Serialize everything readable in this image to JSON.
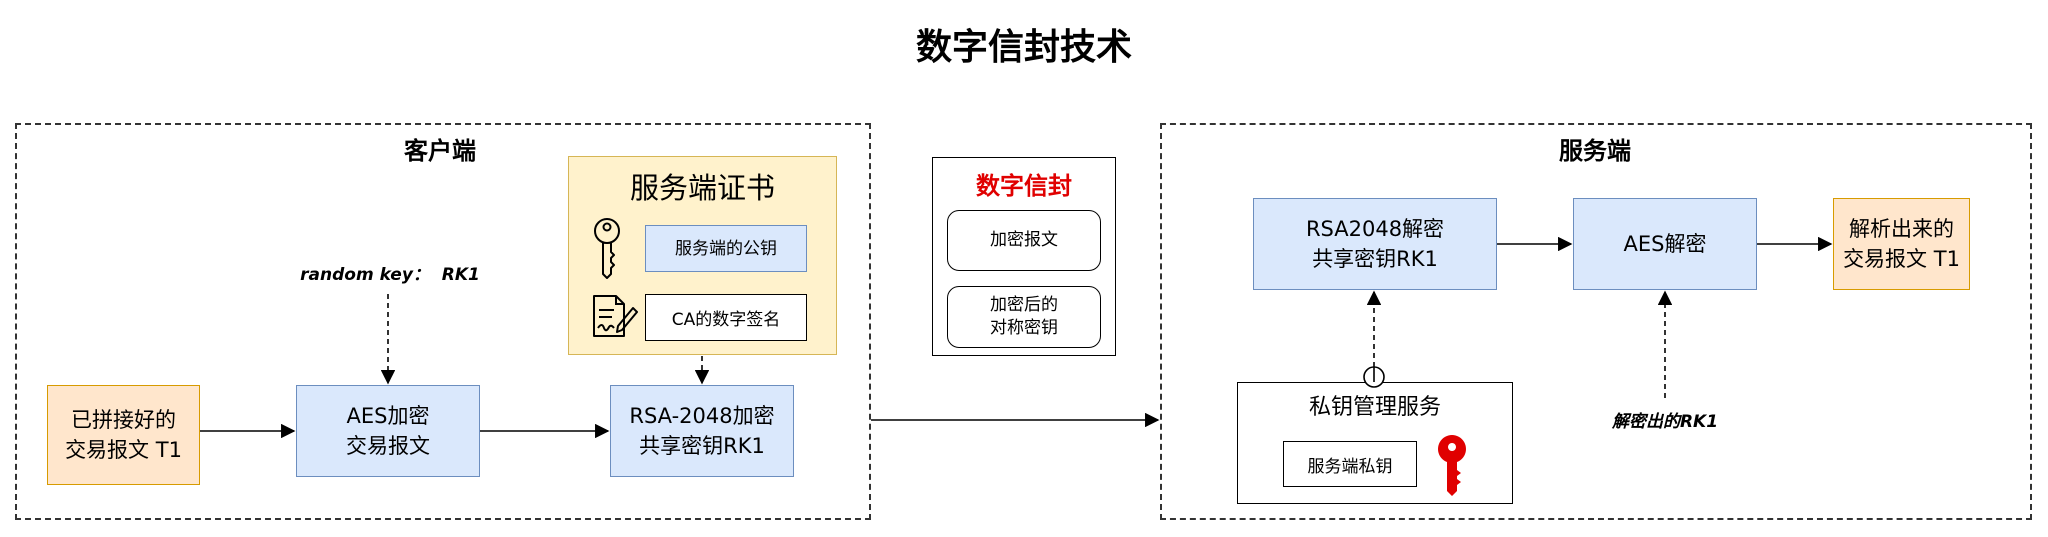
{
  "title": "数字信封技术",
  "client": {
    "label": "客户端",
    "original_message": "已拼接好的\n交易报文 T1",
    "random_key_label": "random key：  RK1",
    "aes_encrypt": "AES加密\n交易报文",
    "rsa_encrypt": "RSA-2048加密\n共享密钥RK1",
    "certificate": {
      "title": "服务端证书",
      "public_key": "服务端的公钥",
      "ca_signature": "CA的数字签名"
    }
  },
  "envelope": {
    "title": "数字信封",
    "encrypted_message": "加密报文",
    "encrypted_key": "加密后的\n对称密钥",
    "title_color": "#e00000"
  },
  "server": {
    "label": "服务端",
    "rsa_decrypt": "RSA2048解密\n共享密钥RK1",
    "aes_decrypt": "AES解密",
    "parsed_message": "解析出来的\n交易报文 T1",
    "decrypted_key_label": "解密出的RK1",
    "private_key_service": {
      "title": "私钥管理服务",
      "private_key": "服务端私钥"
    }
  },
  "colors": {
    "blue_fill": "#dae8fc",
    "blue_border": "#6c8ebf",
    "orange_fill": "#ffe6cc",
    "orange_border": "#d79b00",
    "yellow_fill": "#fff2cc",
    "yellow_border": "#d6b656",
    "key_red": "#e00000"
  }
}
